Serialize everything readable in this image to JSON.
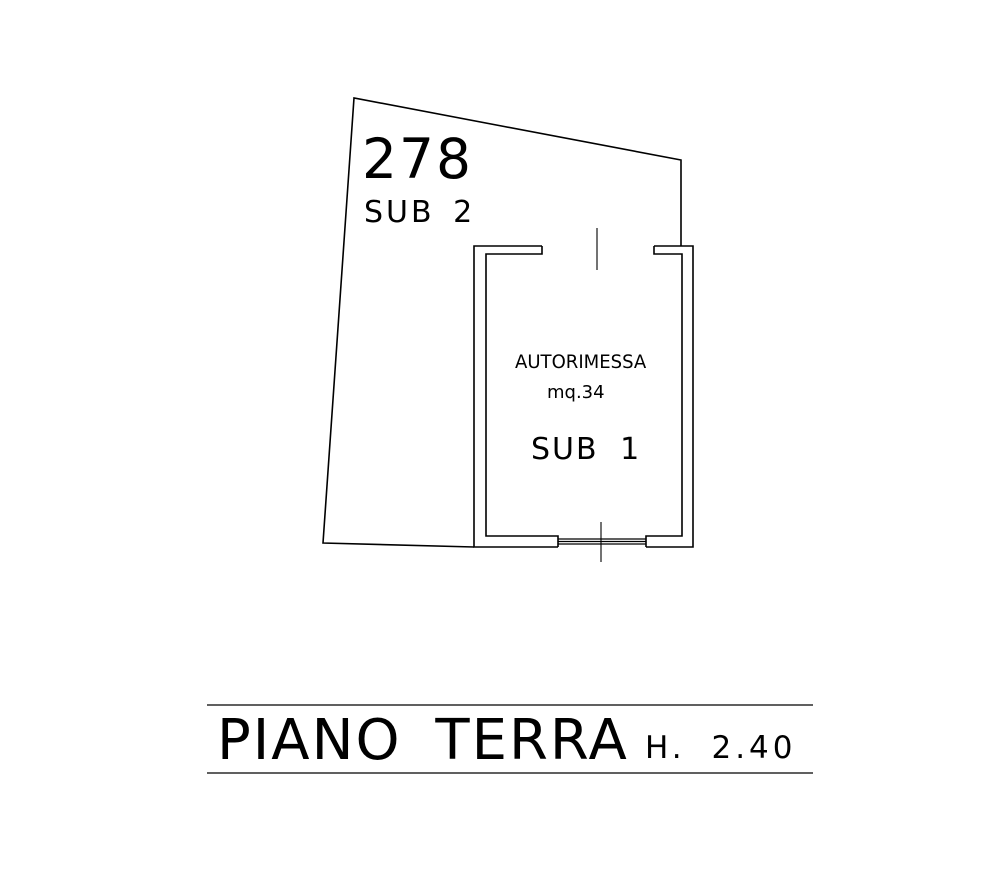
{
  "drawing": {
    "parcel_number": "278",
    "parcel_sub": "SUB 2",
    "room": {
      "name": "AUTORIMESSA",
      "area": "mq.34",
      "sub": "SUB 1"
    },
    "floor_title": "PIANO TERRA",
    "floor_height": "H. 2.40",
    "line_color": "#000000",
    "background": "#ffffff"
  }
}
